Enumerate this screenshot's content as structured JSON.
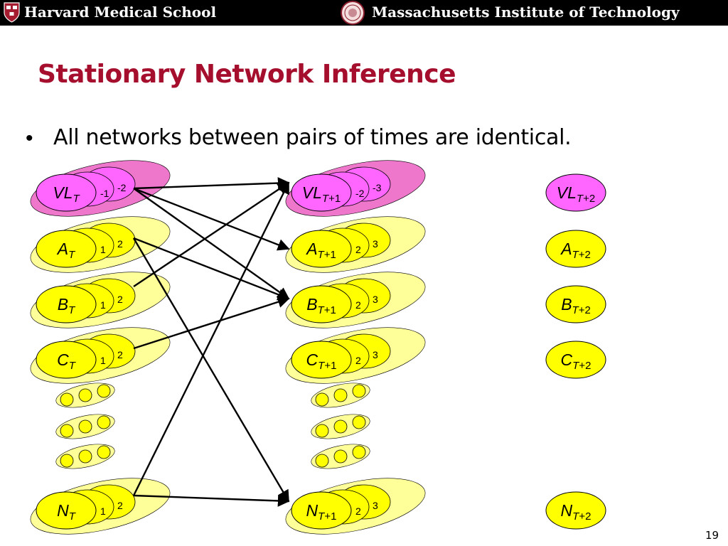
{
  "header": {
    "left_text": "Harvard Medical School",
    "right_text": "Massachusetts Institute of Technology"
  },
  "title": "Stationary Network Inference",
  "bullet": "All networks between pairs of times are identical.",
  "slide_number": "19",
  "colors": {
    "title": "#a50f2d",
    "node_fill": "#ffff00",
    "node_stack_fill": "#ffff99",
    "vl_fill": "#ff66ff",
    "vl_stack_fill": "#ee77cc"
  },
  "diagram": {
    "columns": [
      {
        "nodes": [
          {
            "id": "VL",
            "base": "VL",
            "sub": "T",
            "ghost_labels": [
              "-1",
              "-2"
            ]
          },
          {
            "id": "A",
            "base": "A",
            "sub": "T",
            "ghost_labels": [
              "1",
              "2"
            ]
          },
          {
            "id": "B",
            "base": "B",
            "sub": "T",
            "ghost_labels": [
              "1",
              "2"
            ]
          },
          {
            "id": "C",
            "base": "C",
            "sub": "T",
            "ghost_labels": [
              "1",
              "2"
            ]
          },
          {
            "id": "N",
            "base": "N",
            "sub": "T",
            "ghost_labels": [
              "1",
              "2"
            ]
          }
        ]
      },
      {
        "nodes": [
          {
            "id": "VL",
            "base": "VL",
            "sub": "T+1",
            "ghost_labels": [
              "-2",
              "-3"
            ]
          },
          {
            "id": "A",
            "base": "A",
            "sub": "T+1",
            "ghost_labels": [
              "2",
              "3"
            ]
          },
          {
            "id": "B",
            "base": "B",
            "sub": "T+1",
            "ghost_labels": [
              "2",
              "3"
            ]
          },
          {
            "id": "C",
            "base": "C",
            "sub": "T+1",
            "ghost_labels": [
              "2",
              "3"
            ]
          },
          {
            "id": "N",
            "base": "N",
            "sub": "T+1",
            "ghost_labels": [
              "2",
              "3"
            ]
          }
        ]
      },
      {
        "nodes": [
          {
            "id": "VL",
            "base": "VL",
            "sub": "T+2"
          },
          {
            "id": "A",
            "base": "A",
            "sub": "T+2"
          },
          {
            "id": "B",
            "base": "B",
            "sub": "T+2"
          },
          {
            "id": "C",
            "base": "C",
            "sub": "T+2"
          },
          {
            "id": "N",
            "base": "N",
            "sub": "T+2"
          }
        ]
      }
    ],
    "edges": [
      {
        "from": "VL",
        "to": "VL"
      },
      {
        "from": "VL",
        "to": "A"
      },
      {
        "from": "VL",
        "to": "B"
      },
      {
        "from": "A",
        "to": "B"
      },
      {
        "from": "A",
        "to": "N"
      },
      {
        "from": "B",
        "to": "VL"
      },
      {
        "from": "C",
        "to": "B"
      },
      {
        "from": "N",
        "to": "VL"
      },
      {
        "from": "N",
        "to": "N"
      }
    ]
  }
}
